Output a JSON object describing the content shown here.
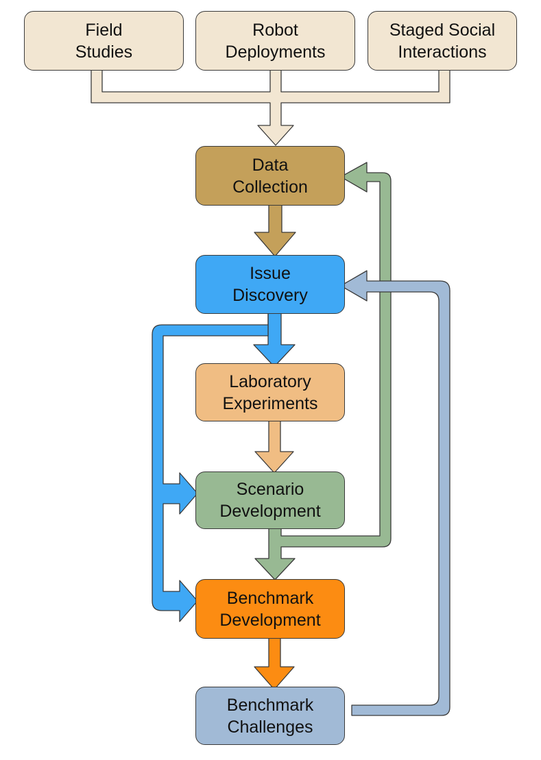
{
  "colors": {
    "source": "#f2e6d2",
    "data_collection": "#c4a05a",
    "issue_discovery": "#3fa8f5",
    "laboratory": "#f0bd83",
    "scenario": "#98b993",
    "benchmark_dev": "#fc8c12",
    "benchmark_challenges": "#a1bad6",
    "outline": "#3a3a3a"
  },
  "nodes": {
    "field_studies": "Field\nStudies",
    "robot_deployments": "Robot\nDeployments",
    "staged_social": "Staged Social\nInteractions",
    "data_collection": "Data\nCollection",
    "issue_discovery": "Issue\nDiscovery",
    "laboratory_experiments": "Laboratory\nExperiments",
    "scenario_development": "Scenario\nDevelopment",
    "benchmark_development": "Benchmark\nDevelopment",
    "benchmark_challenges": "Benchmark\nChallenges"
  }
}
